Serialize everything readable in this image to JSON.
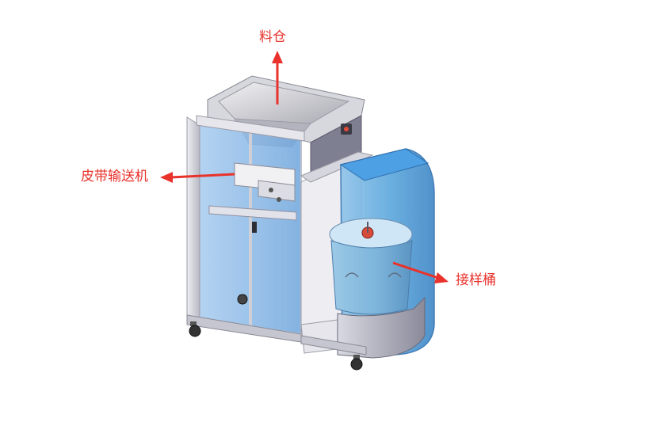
{
  "labels": {
    "hopper": "料仓",
    "belt_conveyor": "皮带输送机",
    "sample_bucket": "接样桶"
  },
  "colors": {
    "callout": "#e8322b",
    "frame": "#c8c8d0",
    "glass": "#7fb4e6",
    "accent_blue": "#3a8fe0"
  }
}
